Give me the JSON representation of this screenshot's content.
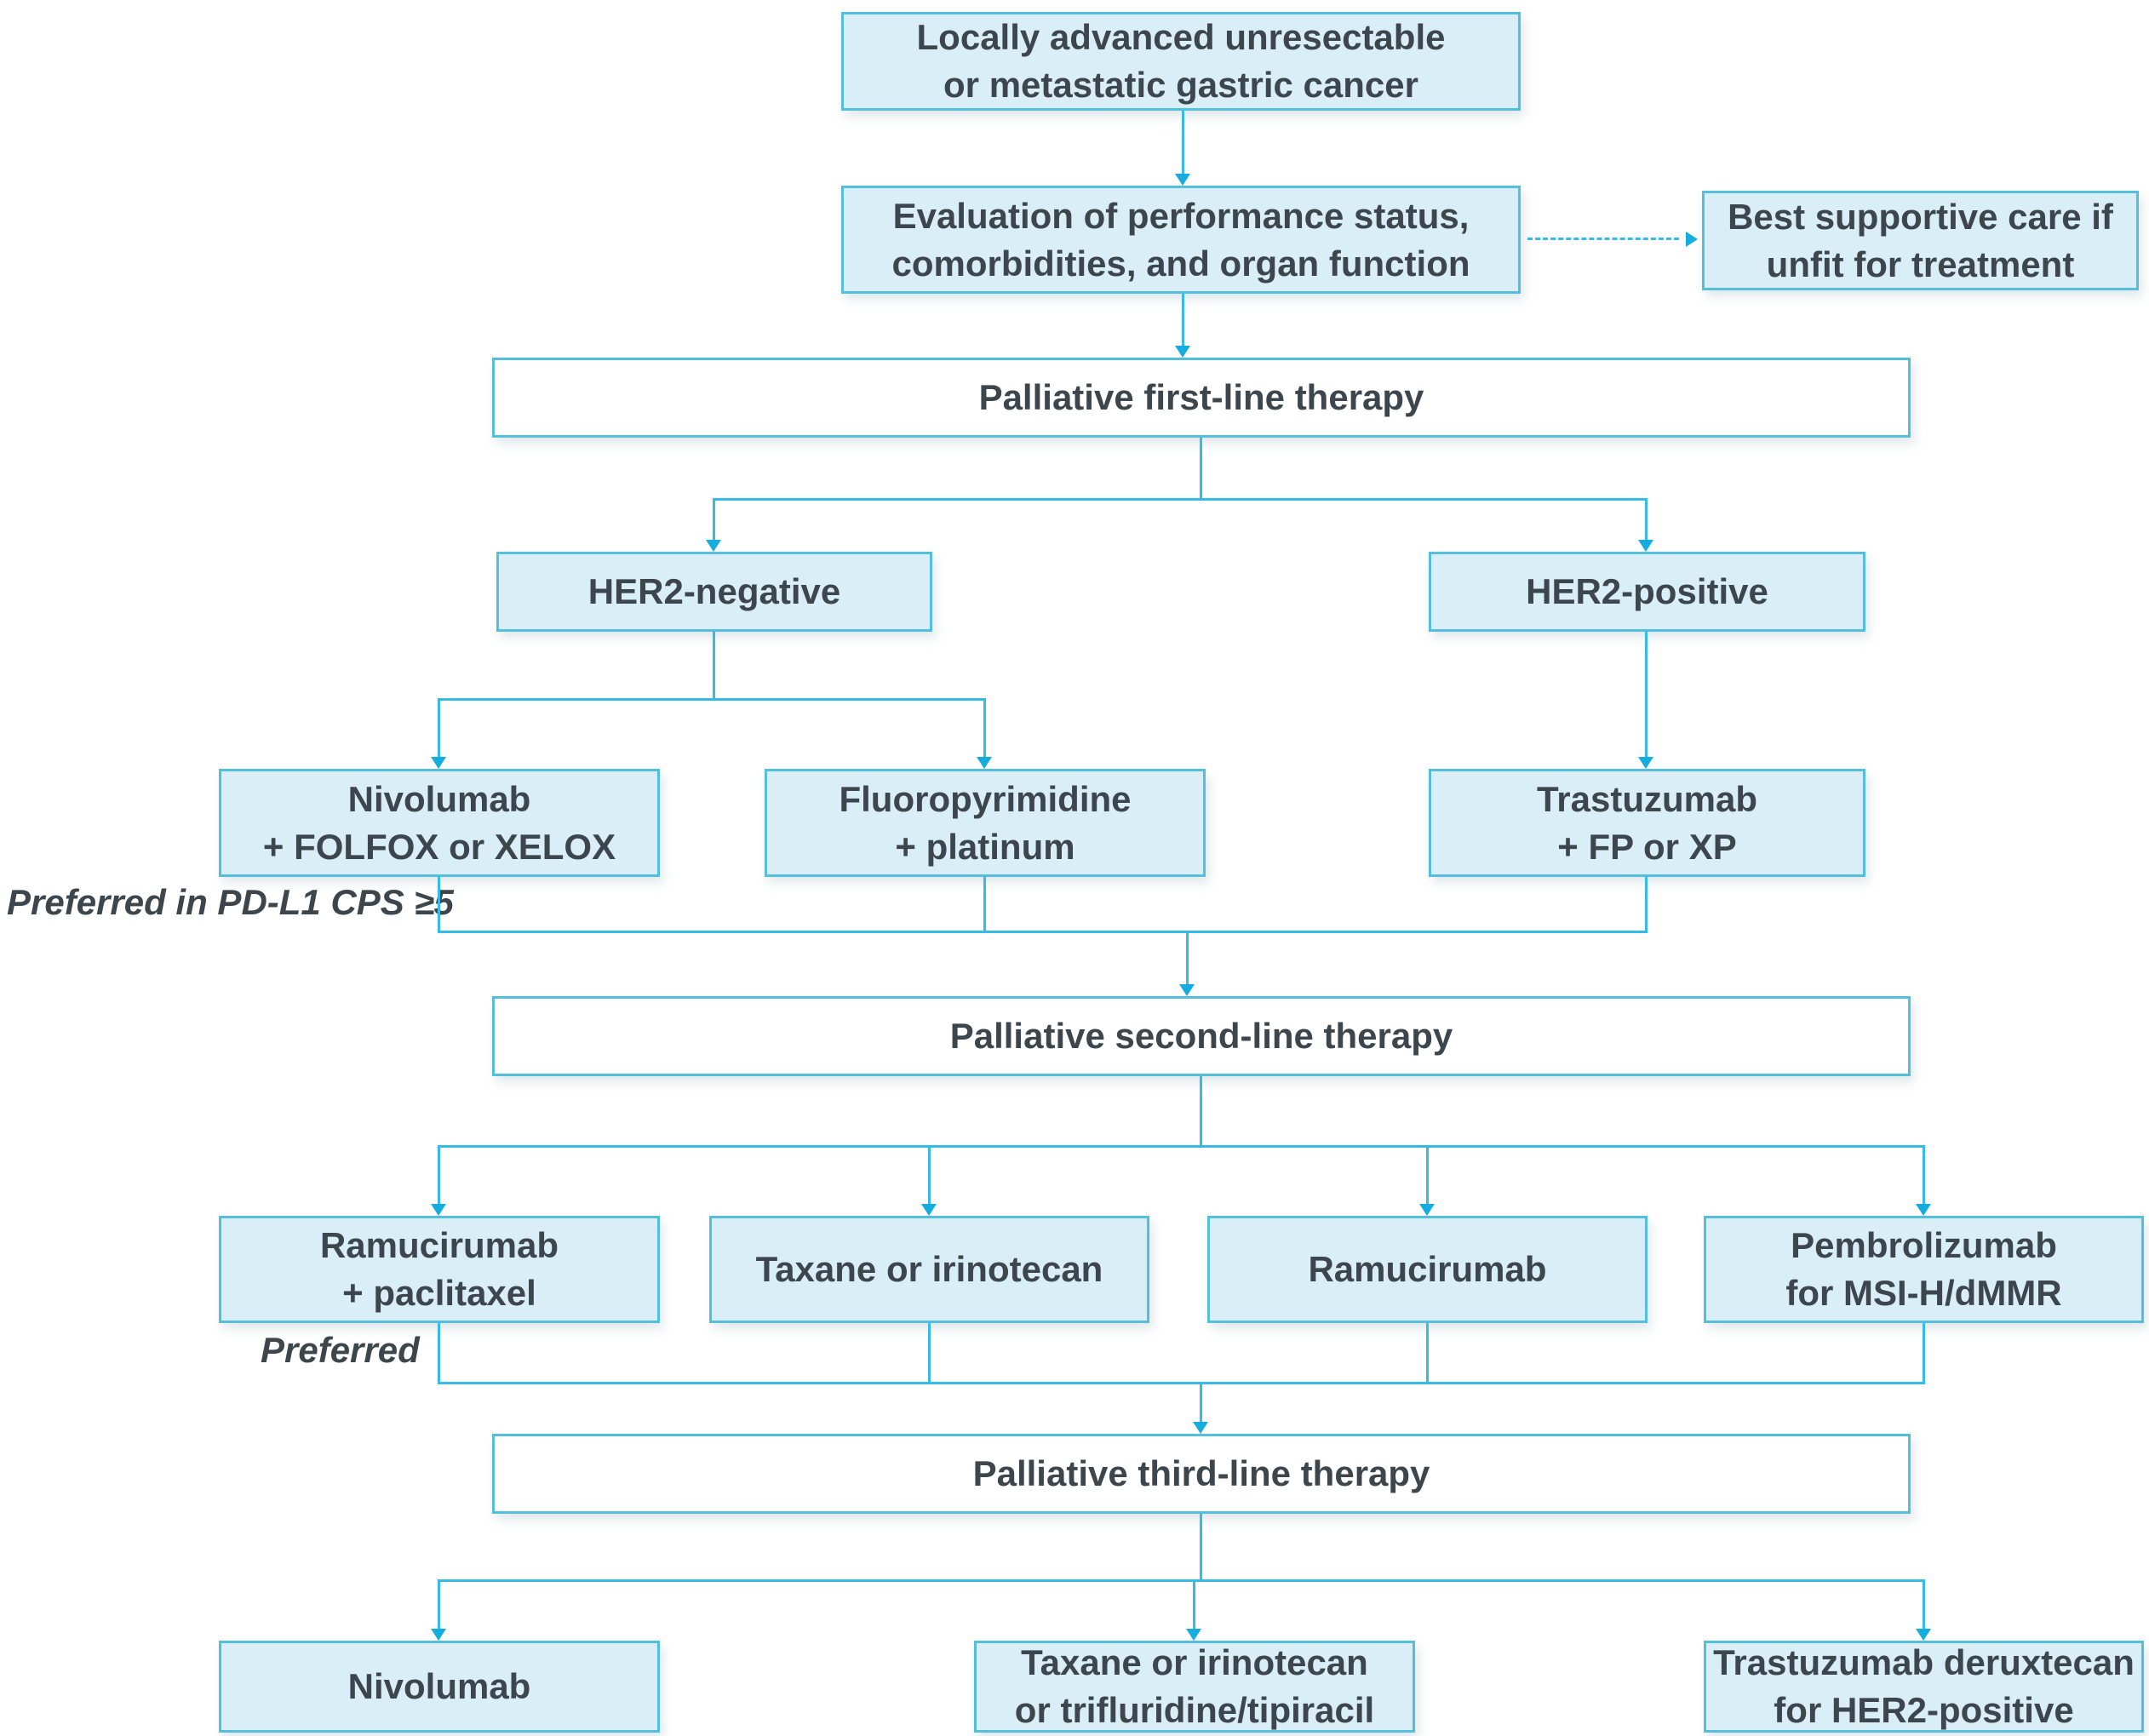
{
  "diagram_title": "Treatment algorithm for locally advanced unresectable or metastatic gastric cancer",
  "colors": {
    "node_fill": "#d9eef7",
    "node_border": "#55bedd",
    "banner_fill": "#ffffff",
    "connector": "#35bce6",
    "arrowhead": "#15ace0",
    "text": "#3d464c"
  },
  "nodes": {
    "start": {
      "label": "Locally advanced unresectable\nor metastatic gastric cancer"
    },
    "evaluation": {
      "label": "Evaluation of performance status,\ncomorbidities, and organ function"
    },
    "best_supportive": {
      "label": "Best supportive care if\nunfit for treatment"
    },
    "first_line": {
      "label": "Palliative first-line therapy"
    },
    "her2_negative": {
      "label": "HER2-negative"
    },
    "her2_positive": {
      "label": "HER2-positive"
    },
    "nivolumab_folfox": {
      "label": "Nivolumab\n+ FOLFOX or XELOX"
    },
    "fluoropyrimidine_platinum": {
      "label": "Fluoropyrimidine\n+ platinum"
    },
    "trastuzumab_fp": {
      "label": "Trastuzumab\n+ FP or XP"
    },
    "second_line": {
      "label": "Palliative second-line therapy"
    },
    "ramucirumab_paclitaxel": {
      "label": "Ramucirumab\n+ paclitaxel"
    },
    "taxane_irinotecan": {
      "label": "Taxane or irinotecan"
    },
    "ramucirumab": {
      "label": "Ramucirumab"
    },
    "pembrolizumab_msih": {
      "label": "Pembrolizumab\nfor MSI-H/dMMR"
    },
    "third_line": {
      "label": "Palliative third-line therapy"
    },
    "nivolumab": {
      "label": "Nivolumab"
    },
    "taxane_trifluridine": {
      "label": "Taxane or irinotecan\nor trifluridine/tipiracil"
    },
    "trastuzumab_deruxtecan": {
      "label": "Trastuzumab deruxtecan\nfor HER2-positive"
    }
  },
  "annotations": {
    "preferred_pdl1": "Preferred in PD-L1 CPS ≥5",
    "preferred": "Preferred"
  }
}
